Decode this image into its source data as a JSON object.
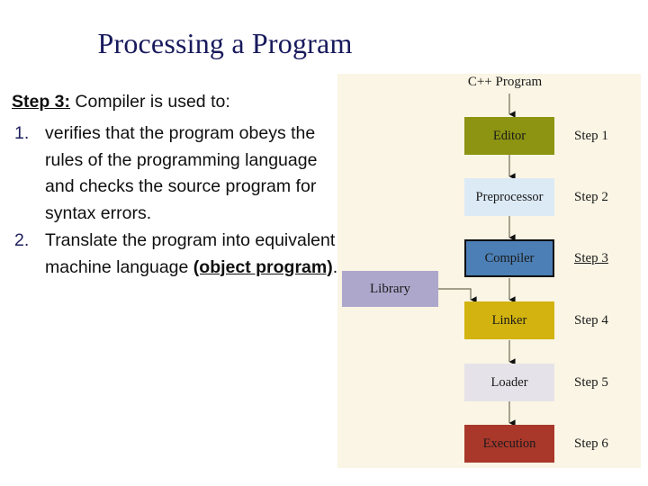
{
  "slide": {
    "title": "Processing a Program"
  },
  "content": {
    "lead_strong": "Step 3:",
    "lead_rest": " Compiler is used to:",
    "items": [
      {
        "marker": "1.",
        "text_before": "verifies that the program obeys the rules of the programming language and checks the source program for syntax errors.",
        "emphasis": "",
        "text_after": ""
      },
      {
        "marker": "2.",
        "text_before": "Translate the program into equivalent machine language ",
        "emphasis": "(object program)",
        "text_after": "."
      }
    ]
  },
  "diagram": {
    "source_label": "C++ Program",
    "library_label": "Library",
    "stages": [
      {
        "label": "Editor",
        "step": "Step 1",
        "color": "#8C9412",
        "current": false
      },
      {
        "label": "Preprocessor",
        "step": "Step 2",
        "color": "#DCEAF6",
        "current": false
      },
      {
        "label": "Compiler",
        "step": "Step 3",
        "color": "#4C7FB5",
        "current": true
      },
      {
        "label": "Linker",
        "step": "Step 4",
        "color": "#D3B30F",
        "current": false
      },
      {
        "label": "Loader",
        "step": "Step 5",
        "color": "#E6E2E9",
        "current": false
      },
      {
        "label": "Execution",
        "step": "Step 6",
        "color": "#A9382B",
        "current": false
      }
    ],
    "panel_background": "#FAF5E4",
    "title_color": "#181A5C"
  }
}
